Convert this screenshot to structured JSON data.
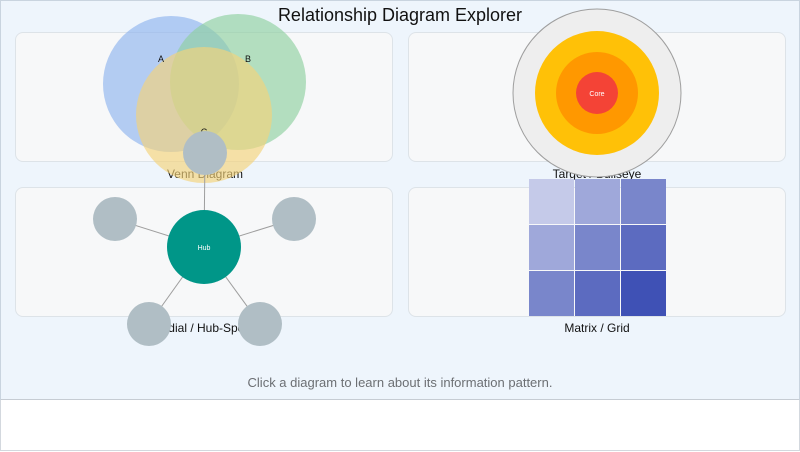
{
  "app": {
    "title": "Relationship Diagram Explorer",
    "hint": "Click a diagram to learn about its information pattern."
  },
  "diagrams": {
    "venn": {
      "label": "Venn Diagram",
      "sets": [
        {
          "name": "A",
          "color": "#8fb4ee"
        },
        {
          "name": "B",
          "color": "#8fd0a0"
        },
        {
          "name": "C",
          "color": "#f5d37a"
        }
      ]
    },
    "target": {
      "label": "Target / Bullseye",
      "core_label": "Core",
      "ring_colors": [
        "#eeeeee",
        "#ffc107",
        "#ff9800",
        "#f44336"
      ]
    },
    "radial": {
      "label": "Radial / Hub-Spoke",
      "hub_label": "Hub",
      "hub_color": "#009688",
      "spoke_color": "#b0bec5",
      "spoke_count": 5
    },
    "matrix": {
      "label": "Matrix / Grid",
      "cell_colors": [
        [
          "#c5cae9",
          "#9fa8da",
          "#7986cb"
        ],
        [
          "#9fa8da",
          "#7986cb",
          "#5c6bc0"
        ],
        [
          "#7986cb",
          "#5c6bc0",
          "#3f51b5"
        ]
      ]
    }
  }
}
